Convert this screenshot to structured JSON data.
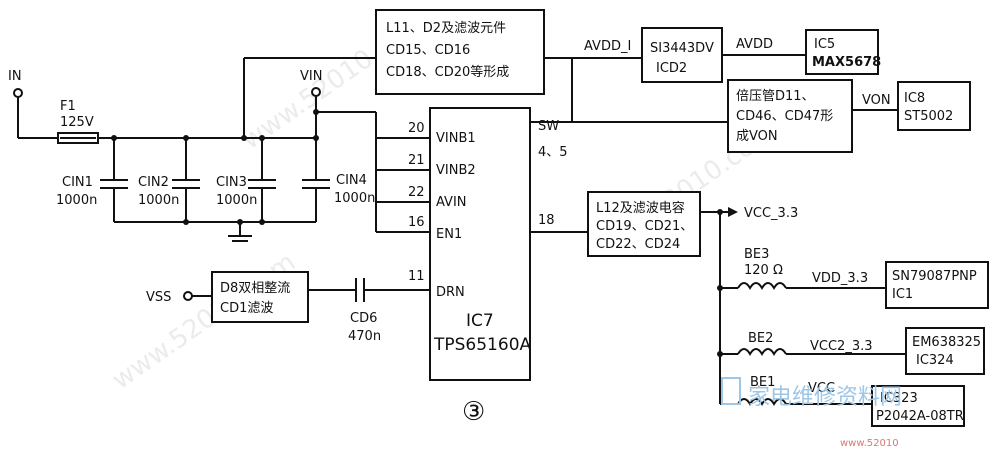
{
  "inputs": {
    "in": "IN",
    "vin": "VIN",
    "vss": "VSS"
  },
  "fuse": {
    "ref": "F1",
    "value": "125V"
  },
  "caps": [
    {
      "ref": "CIN1",
      "value": "1000n"
    },
    {
      "ref": "CIN2",
      "value": "1000n"
    },
    {
      "ref": "CIN3",
      "value": "1000n"
    },
    {
      "ref": "CIN4",
      "value": "1000n"
    }
  ],
  "cd6": {
    "ref": "CD6",
    "value": "470n"
  },
  "filter_box": {
    "line1": "L11、D2及滤波元件",
    "line2": "CD15、CD16",
    "line3": "CD18、CD20等形成"
  },
  "avdd_i": "AVDD_I",
  "si_box": {
    "line1": "SI3443DV",
    "line2": "ICD2"
  },
  "avdd": "AVDD",
  "ic5": {
    "line1": "IC5",
    "line2": "MAX5678"
  },
  "doubler_box": {
    "line1": "倍压管D11、",
    "line2": "CD46、CD47形",
    "line3": "成VON"
  },
  "von": "VON",
  "ic8": {
    "line1": "IC8",
    "line2": "ST5002"
  },
  "ic7": {
    "name": "IC7",
    "part": "TPS65160A",
    "pins": [
      {
        "num": "20",
        "name": "VINB1"
      },
      {
        "num": "21",
        "name": "VINB2"
      },
      {
        "num": "22",
        "name": "AVIN"
      },
      {
        "num": "16",
        "name": "EN1"
      },
      {
        "num": "11",
        "name": "DRN"
      }
    ],
    "sw_name": "SW",
    "sw_pins": "4、5",
    "out_pin": "18"
  },
  "rect_box": {
    "line1": "D8双相整流",
    "line2": "CD1滤波"
  },
  "l12_box": {
    "line1": "L12及滤波电容",
    "line2": "CD19、CD21、",
    "line3": "CD22、CD24"
  },
  "vcc33": "VCC_3.3",
  "beads": [
    {
      "ref": "BE3",
      "value": "120 Ω",
      "net": "VDD_3.3",
      "ic1": "SN79087PNP",
      "ic2": "IC1"
    },
    {
      "ref": "BE2",
      "value": "",
      "net": "VCC2_3.3",
      "ic1": "EM638325",
      "ic2": "IC324"
    },
    {
      "ref": "BE1",
      "value": "",
      "net": "VCC",
      "ic1": "IC323",
      "ic2": "P2042A-08TR"
    }
  ],
  "figure_number": "③",
  "watermarks": {
    "logo": "家电维修资料网",
    "site": "www.52010"
  }
}
